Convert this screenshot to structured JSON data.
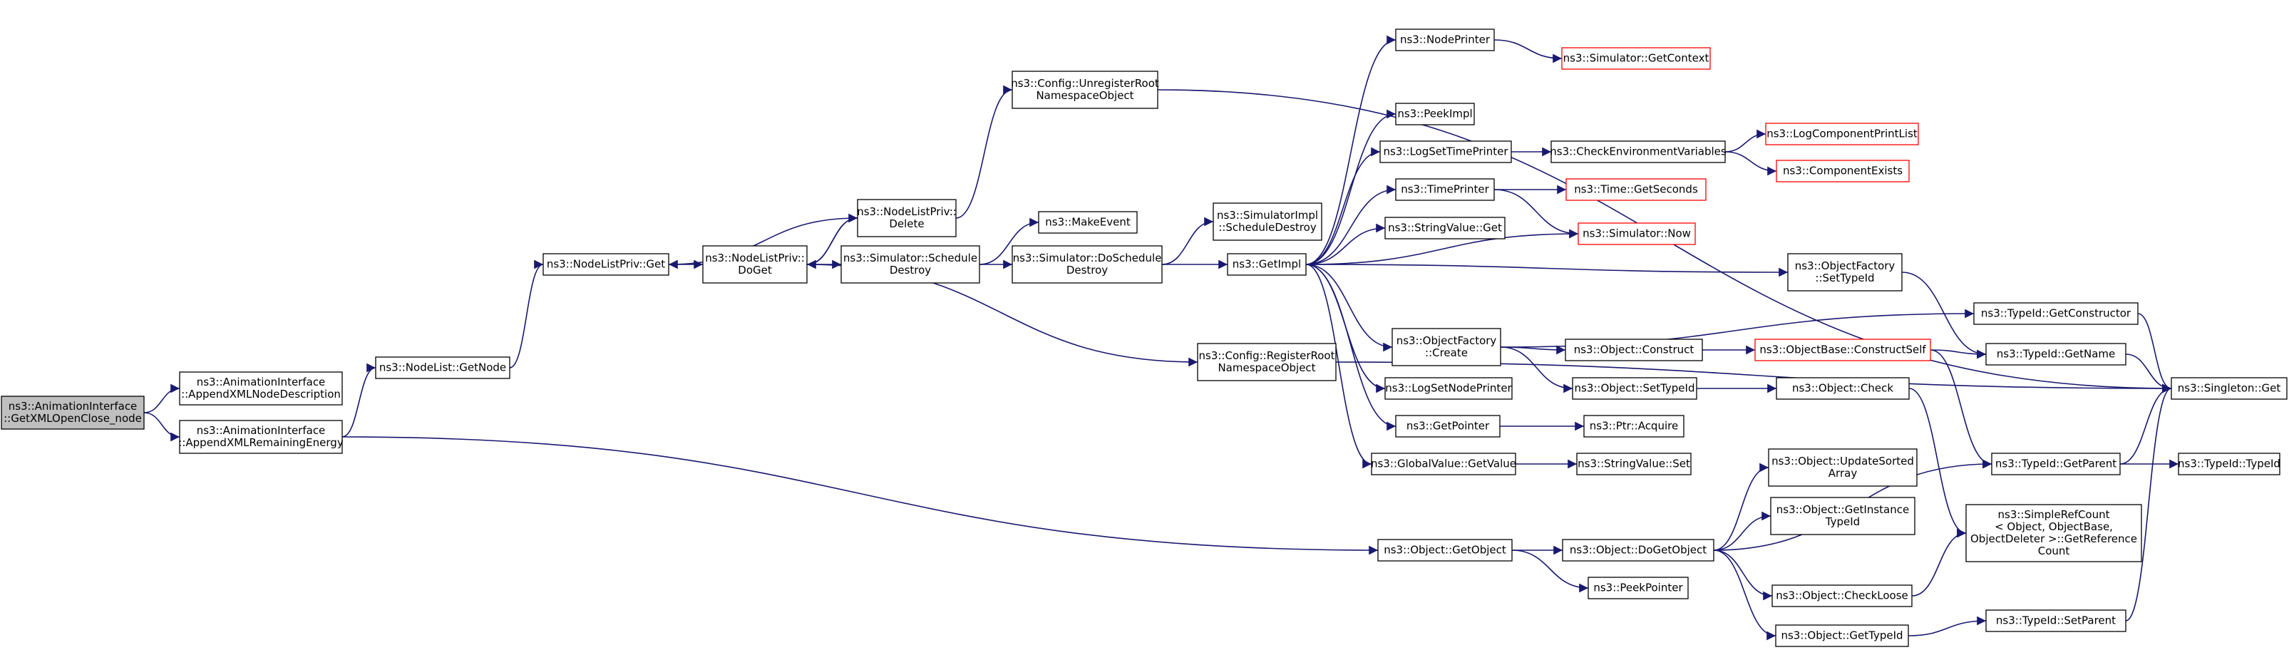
{
  "graph": {
    "nodes": [
      {
        "id": "n0",
        "lines": [
          "ns3::AnimationInterface",
          "::GetXMLOpenClose_node"
        ],
        "style": "root"
      },
      {
        "id": "n1",
        "lines": [
          "ns3::AnimationInterface",
          "::AppendXMLNodeDescription"
        ],
        "style": "normal"
      },
      {
        "id": "n2",
        "lines": [
          "ns3::AnimationInterface",
          "::AppendXMLRemainingEnergy"
        ],
        "style": "normal"
      },
      {
        "id": "n3",
        "lines": [
          "ns3::NodeList::GetNode"
        ],
        "style": "normal"
      },
      {
        "id": "n4",
        "lines": [
          "ns3::Object::GetObject"
        ],
        "style": "normal"
      },
      {
        "id": "n5",
        "lines": [
          "ns3::NodeListPriv::Get"
        ],
        "style": "normal"
      },
      {
        "id": "n6",
        "lines": [
          "ns3::NodeListPriv::",
          "DoGet"
        ],
        "style": "normal"
      },
      {
        "id": "n7",
        "lines": [
          "ns3::NodeListPriv::",
          "Delete"
        ],
        "style": "normal"
      },
      {
        "id": "n8",
        "lines": [
          "ns3::Simulator::Schedule",
          "Destroy"
        ],
        "style": "normal"
      },
      {
        "id": "n9",
        "lines": [
          "ns3::Config::UnregisterRoot",
          "NamespaceObject"
        ],
        "style": "normal"
      },
      {
        "id": "n10",
        "lines": [
          "ns3::MakeEvent"
        ],
        "style": "normal"
      },
      {
        "id": "n11",
        "lines": [
          "ns3::Simulator::DoSchedule",
          "Destroy"
        ],
        "style": "normal"
      },
      {
        "id": "n12",
        "lines": [
          "ns3::Config::RegisterRoot",
          "NamespaceObject"
        ],
        "style": "normal"
      },
      {
        "id": "n13",
        "lines": [
          "ns3::SimulatorImpl",
          "::ScheduleDestroy"
        ],
        "style": "normal"
      },
      {
        "id": "n14",
        "lines": [
          "ns3::GetImpl"
        ],
        "style": "normal"
      },
      {
        "id": "n15",
        "lines": [
          "ns3::NodePrinter"
        ],
        "style": "normal"
      },
      {
        "id": "n16",
        "lines": [
          "ns3::Simulator::GetContext"
        ],
        "style": "red"
      },
      {
        "id": "n17",
        "lines": [
          "ns3::PeekImpl"
        ],
        "style": "normal"
      },
      {
        "id": "n18",
        "lines": [
          "ns3::LogSetTimePrinter"
        ],
        "style": "normal"
      },
      {
        "id": "n19",
        "lines": [
          "ns3::CheckEnvironmentVariables"
        ],
        "style": "normal"
      },
      {
        "id": "n20",
        "lines": [
          "ns3::LogComponentPrintList"
        ],
        "style": "red"
      },
      {
        "id": "n21",
        "lines": [
          "ns3::ComponentExists"
        ],
        "style": "red"
      },
      {
        "id": "n22",
        "lines": [
          "ns3::TimePrinter"
        ],
        "style": "normal"
      },
      {
        "id": "n23",
        "lines": [
          "ns3::Time::GetSeconds"
        ],
        "style": "red"
      },
      {
        "id": "n24",
        "lines": [
          "ns3::StringValue::Get"
        ],
        "style": "normal"
      },
      {
        "id": "n25",
        "lines": [
          "ns3::Simulator::Now"
        ],
        "style": "red"
      },
      {
        "id": "n26",
        "lines": [
          "ns3::ObjectFactory",
          "::SetTypeId"
        ],
        "style": "normal"
      },
      {
        "id": "n27",
        "lines": [
          "ns3::ObjectFactory",
          "::Create"
        ],
        "style": "normal"
      },
      {
        "id": "n28",
        "lines": [
          "ns3::Object::Construct"
        ],
        "style": "normal"
      },
      {
        "id": "n29",
        "lines": [
          "ns3::ObjectBase::ConstructSelf"
        ],
        "style": "red"
      },
      {
        "id": "n30",
        "lines": [
          "ns3::LogSetNodePrinter"
        ],
        "style": "normal"
      },
      {
        "id": "n31",
        "lines": [
          "ns3::Object::SetTypeId"
        ],
        "style": "normal"
      },
      {
        "id": "n32",
        "lines": [
          "ns3::Object::Check"
        ],
        "style": "normal"
      },
      {
        "id": "n33",
        "lines": [
          "ns3::GetPointer"
        ],
        "style": "normal"
      },
      {
        "id": "n34",
        "lines": [
          "ns3::Ptr::Acquire"
        ],
        "style": "normal"
      },
      {
        "id": "n35",
        "lines": [
          "ns3::GlobalValue::GetValue"
        ],
        "style": "normal"
      },
      {
        "id": "n36",
        "lines": [
          "ns3::StringValue::Set"
        ],
        "style": "normal"
      },
      {
        "id": "n37",
        "lines": [
          "ns3::TypeId::GetConstructor"
        ],
        "style": "normal"
      },
      {
        "id": "n38",
        "lines": [
          "ns3::TypeId::GetName"
        ],
        "style": "normal"
      },
      {
        "id": "n39",
        "lines": [
          "ns3::Singleton::Get"
        ],
        "style": "normal"
      },
      {
        "id": "n40",
        "lines": [
          "ns3::TypeId::GetParent"
        ],
        "style": "normal"
      },
      {
        "id": "n41",
        "lines": [
          "ns3::TypeId::TypeId"
        ],
        "style": "normal"
      },
      {
        "id": "n42",
        "lines": [
          "ns3::Object::DoGetObject"
        ],
        "style": "normal"
      },
      {
        "id": "n43",
        "lines": [
          "ns3::PeekPointer"
        ],
        "style": "normal"
      },
      {
        "id": "n44",
        "lines": [
          "ns3::Object::UpdateSorted",
          "Array"
        ],
        "style": "normal"
      },
      {
        "id": "n45",
        "lines": [
          "ns3::Object::GetInstance",
          "TypeId"
        ],
        "style": "normal"
      },
      {
        "id": "n46",
        "lines": [
          "ns3::SimpleRefCount",
          "< Object, ObjectBase,",
          "ObjectDeleter >::GetReference",
          "Count"
        ],
        "style": "normal"
      },
      {
        "id": "n47",
        "lines": [
          "ns3::Object::CheckLoose"
        ],
        "style": "normal"
      },
      {
        "id": "n48",
        "lines": [
          "ns3::Object::GetTypeId"
        ],
        "style": "normal"
      },
      {
        "id": "n49",
        "lines": [
          "ns3::TypeId::SetParent"
        ],
        "style": "normal"
      }
    ],
    "edges": [
      [
        "n0",
        "n1"
      ],
      [
        "n0",
        "n2"
      ],
      [
        "n2",
        "n3"
      ],
      [
        "n2",
        "n4"
      ],
      [
        "n3",
        "n5"
      ],
      [
        "n5",
        "n6"
      ],
      [
        "n6",
        "n7"
      ],
      [
        "n7",
        "n6"
      ],
      [
        "n6",
        "n8"
      ],
      [
        "n6",
        "n12"
      ],
      [
        "n7",
        "n5"
      ],
      [
        "n7",
        "n9"
      ],
      [
        "n9",
        "n39"
      ],
      [
        "n8",
        "n10"
      ],
      [
        "n8",
        "n11"
      ],
      [
        "n11",
        "n13"
      ],
      [
        "n11",
        "n14"
      ],
      [
        "n12",
        "n39"
      ],
      [
        "n14",
        "n15"
      ],
      [
        "n14",
        "n17"
      ],
      [
        "n14",
        "n18"
      ],
      [
        "n14",
        "n22"
      ],
      [
        "n14",
        "n24"
      ],
      [
        "n14",
        "n25"
      ],
      [
        "n14",
        "n26"
      ],
      [
        "n14",
        "n27"
      ],
      [
        "n14",
        "n30"
      ],
      [
        "n14",
        "n33"
      ],
      [
        "n14",
        "n35"
      ],
      [
        "n15",
        "n16"
      ],
      [
        "n18",
        "n19"
      ],
      [
        "n19",
        "n20"
      ],
      [
        "n19",
        "n21"
      ],
      [
        "n22",
        "n23"
      ],
      [
        "n22",
        "n25"
      ],
      [
        "n26",
        "n38"
      ],
      [
        "n27",
        "n37"
      ],
      [
        "n27",
        "n28"
      ],
      [
        "n27",
        "n31"
      ],
      [
        "n28",
        "n29"
      ],
      [
        "n29",
        "n38"
      ],
      [
        "n29",
        "n40"
      ],
      [
        "n31",
        "n32"
      ],
      [
        "n32",
        "n46"
      ],
      [
        "n33",
        "n34"
      ],
      [
        "n35",
        "n36"
      ],
      [
        "n37",
        "n39"
      ],
      [
        "n38",
        "n39"
      ],
      [
        "n40",
        "n39"
      ],
      [
        "n40",
        "n41"
      ],
      [
        "n4",
        "n42"
      ],
      [
        "n4",
        "n43"
      ],
      [
        "n42",
        "n44"
      ],
      [
        "n42",
        "n45"
      ],
      [
        "n42",
        "n40"
      ],
      [
        "n42",
        "n47"
      ],
      [
        "n42",
        "n48"
      ],
      [
        "n47",
        "n46"
      ],
      [
        "n48",
        "n49"
      ],
      [
        "n49",
        "n39"
      ]
    ]
  },
  "colors": {
    "edge": "#191970",
    "border_normal": "#000000",
    "border_red": "#ff0000",
    "root_fill": "#bfbfbf",
    "node_fill": "#ffffff"
  }
}
